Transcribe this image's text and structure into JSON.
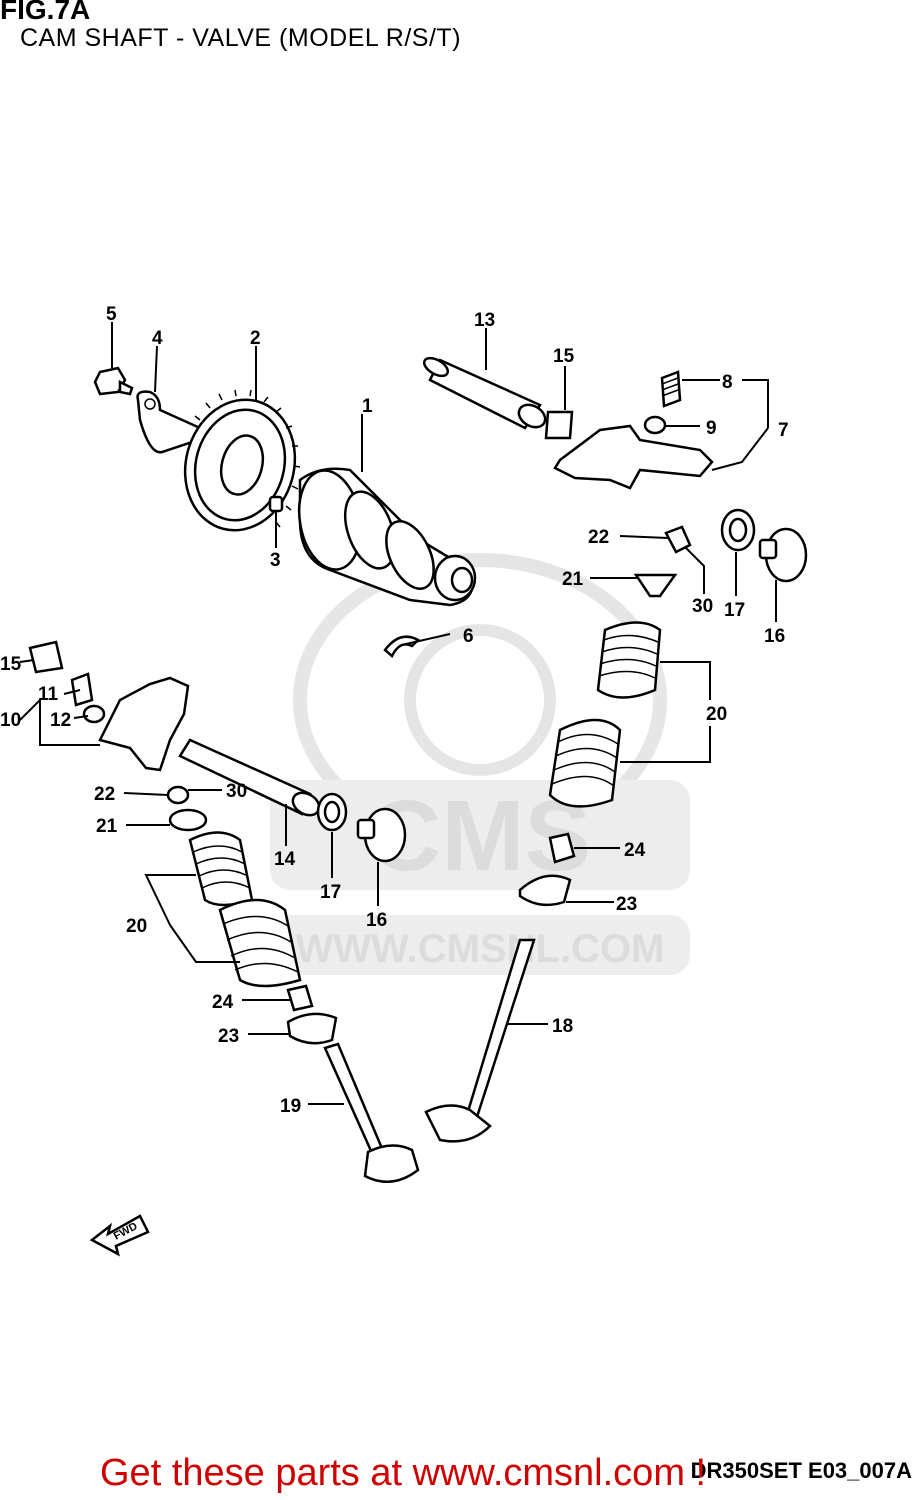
{
  "header": {
    "figure": "FIG.7A",
    "subtitle": "CAM SHAFT - VALVE (MODEL R/S/T)"
  },
  "labels": [
    "1",
    "2",
    "3",
    "4",
    "5",
    "6",
    "7",
    "8",
    "9",
    "10",
    "11",
    "12",
    "13",
    "14",
    "15",
    "16",
    "17",
    "18",
    "19",
    "20",
    "21",
    "22",
    "23",
    "24",
    "30"
  ],
  "watermark": {
    "brand": "CMS",
    "url": "WWW.CMSNL.COM"
  },
  "direction_arrow": "FWD",
  "doc_code": "DR350SET E03_007A",
  "footer": {
    "link_text": "Get these parts at www.cmsnl.com !"
  },
  "colors": {
    "footer_link": "#d10000",
    "watermark": "#d9d9d9"
  }
}
